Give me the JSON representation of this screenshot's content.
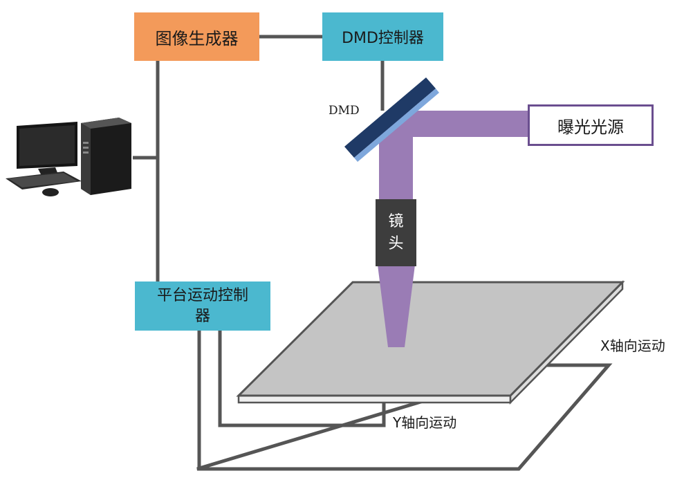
{
  "nodes": {
    "image_generator": "图像生成器",
    "dmd_controller": "DMD控制器",
    "dmd": "DMD",
    "light_source": "曝光光源",
    "lens_line1": "镜",
    "lens_line2": "头",
    "stage_controller_line1": "平台运动控制",
    "stage_controller_line2": "器",
    "x_motion": "X轴向运动",
    "y_motion": "Y轴向运动"
  },
  "colors": {
    "orange_box": "#f39a5a",
    "teal_box": "#4bb8cf",
    "beam": "#9a7cb5",
    "connector": "#555555",
    "lens": "#3d3d3d",
    "stage_fill": "#c4c4c4",
    "dmd_dark": "#1f3a66",
    "dmd_light": "#7ea7dc",
    "source_border": "#6a4e8f"
  }
}
